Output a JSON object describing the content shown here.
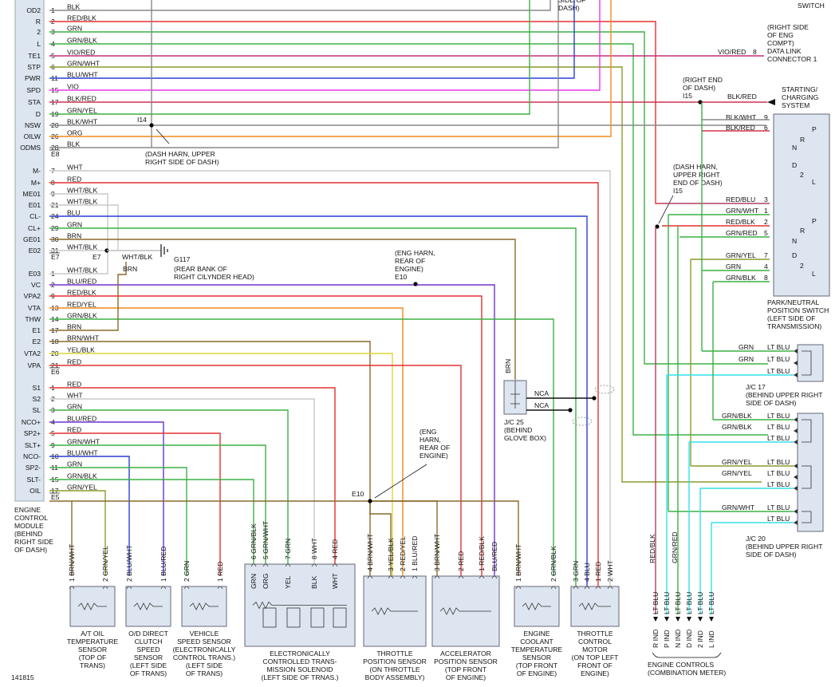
{
  "figure_id": "141815",
  "ecm": {
    "connectors": [
      "E8",
      "E7",
      "E6",
      "E5"
    ],
    "label_lines": [
      "ENGINE",
      "CONTROL",
      "MODULE",
      "(BEHIND",
      "RIGHT SIDE",
      "OF DASH)"
    ],
    "pins": [
      {
        "name": "OD2",
        "num": "1",
        "color": "BLK"
      },
      {
        "name": "R",
        "num": "2",
        "color": "RED/BLK"
      },
      {
        "name": "2",
        "num": "3",
        "color": "GRN"
      },
      {
        "name": "L",
        "num": "4",
        "color": "GRN/BLK"
      },
      {
        "name": "TE1",
        "num": "5",
        "color": "VIO/RED"
      },
      {
        "name": "STP",
        "num": "6",
        "color": "GRN/WHT"
      },
      {
        "name": "PWR",
        "num": "11",
        "color": "BLU/WHT"
      },
      {
        "name": "SPD",
        "num": "15",
        "color": "VIO"
      },
      {
        "name": "STA",
        "num": "17",
        "color": "BLK/RED"
      },
      {
        "name": "D",
        "num": "19",
        "color": "GRN/YEL"
      },
      {
        "name": "NSW",
        "num": "20",
        "color": "BLK/WHT"
      },
      {
        "name": "OILW",
        "num": "26",
        "color": "ORG"
      },
      {
        "name": "ODMS",
        "num": "28",
        "color": "BLK"
      },
      {
        "name": "M-",
        "num": "7",
        "color": "WHT"
      },
      {
        "name": "M+",
        "num": "8",
        "color": "RED"
      },
      {
        "name": "ME01",
        "num": "9",
        "color": "WHT/BLK"
      },
      {
        "name": "E01",
        "num": "21",
        "color": "WHT/BLK"
      },
      {
        "name": "CL-",
        "num": "24",
        "color": "BLU"
      },
      {
        "name": "CL+",
        "num": "29",
        "color": "GRN"
      },
      {
        "name": "GE01",
        "num": "30",
        "color": "BRN"
      },
      {
        "name": "E02",
        "num": "31",
        "color": "WHT/BLK"
      },
      {
        "name": "E03",
        "num": "1",
        "color": "WHT/BLK"
      },
      {
        "name": "VC",
        "num": "2",
        "color": "BLU/RED"
      },
      {
        "name": "VPA2",
        "num": "9",
        "color": "RED/BLK"
      },
      {
        "name": "VTA",
        "num": "13",
        "color": "RED/YEL"
      },
      {
        "name": "THW",
        "num": "14",
        "color": "GRN/BLK"
      },
      {
        "name": "E1",
        "num": "17",
        "color": "BRN"
      },
      {
        "name": "E2",
        "num": "18",
        "color": "BRN/WHT"
      },
      {
        "name": "VTA2",
        "num": "20",
        "color": "YEL/BLK"
      },
      {
        "name": "VPA",
        "num": "21",
        "color": "RED"
      },
      {
        "name": "S1",
        "num": "1",
        "color": "RED"
      },
      {
        "name": "S2",
        "num": "2",
        "color": "WHT"
      },
      {
        "name": "SL",
        "num": "3",
        "color": "GRN"
      },
      {
        "name": "NCO+",
        "num": "4",
        "color": "BLU/RED"
      },
      {
        "name": "SP2+",
        "num": "5",
        "color": "RED"
      },
      {
        "name": "SLT+",
        "num": "9",
        "color": "GRN/WHT"
      },
      {
        "name": "NCO-",
        "num": "10",
        "color": "BLU/WHT"
      },
      {
        "name": "SP2-",
        "num": "11",
        "color": "GRN"
      },
      {
        "name": "SLT-",
        "num": "15",
        "color": "GRN/BLK"
      },
      {
        "name": "OIL",
        "num": "17",
        "color": "GRN/YEL"
      }
    ]
  },
  "notes": {
    "top_side_of_dash": "SIDE OF\nDASH)",
    "top_switch": "SWITCH",
    "data_link": "(RIGHT SIDE\nOF ENG\nCOMPT)\nDATA LINK\nCONNECTOR 1",
    "data_link_wire": "VIO/RED",
    "data_link_pin": "8",
    "i15_top": "(RIGHT END\nOF DASH)\nI15",
    "i15_wire": "BLK/RED",
    "starting": "STARTING/\nCHARGING\nSYSTEM",
    "i14": "I14",
    "i14_note": "(DASH HARN, UPPER\nRIGHT SIDE OF DASH)",
    "i15_mid": "(DASH HARN,\nUPPER RIGHT\nEND OF DASH)\nI15",
    "e7_tag": "E7",
    "e7_wire": "WHT/BLK",
    "g117": "G117",
    "g117_note": "(REAR BANK OF\nRIGHT CILYNDER HEAD)",
    "brn": "BRN",
    "e10_top": "(ENG HARN,\nREAR OF\nENGINE)\nE10",
    "e10_low": "(ENG\nHARN,\nREAR OF\nENGINE)",
    "e10_tag": "E10",
    "jc25_brn": "BRN",
    "nca1": "NCA",
    "nca2": "NCA",
    "jc25": "J/C 25\n(BEHIND\nGLOVE BOX)",
    "jc17": "J/C 17\n(BEHIND UPPER RIGHT\nSIDE OF DASH)",
    "jc20": "J/C 20\n(BEHIND UPPER RIGHT\nSIDE OF DASH)",
    "pn_label": "PARK/NEUTRAL\nPOSITION SWITCH\n(LEFT SIDE OF\nTRANSMISSION)"
  },
  "pn_switch": {
    "upper_pins": [
      {
        "wire": "BLK/WHT",
        "num": "9"
      },
      {
        "wire": "BLK/RED",
        "num": "6"
      }
    ],
    "lower_pins": [
      {
        "wire": "RED/BLU",
        "num": "3"
      },
      {
        "wire": "GRN/WHT",
        "num": "1"
      },
      {
        "wire": "RED/BLK",
        "num": "2"
      },
      {
        "wire": "GRN/RED",
        "num": "5"
      },
      {
        "wire": "GRN/YEL",
        "num": "7"
      },
      {
        "wire": "GRN",
        "num": "4"
      },
      {
        "wire": "GRN/BLK",
        "num": "8"
      }
    ],
    "positions": [
      "P",
      "R",
      "N",
      "D",
      "2",
      "L"
    ]
  },
  "jc17_wires": [
    {
      "left": "GRN",
      "right": "LT BLU"
    },
    {
      "left": "GRN",
      "right": "LT BLU"
    },
    {
      "left": "",
      "right": "LT BLU"
    }
  ],
  "jc20_wires": [
    {
      "left": "GRN/BLK",
      "right": "LT BLU"
    },
    {
      "left": "GRN/BLK",
      "right": "LT BLU"
    },
    {
      "left": "",
      "right": "LT BLU"
    },
    {
      "left": "GRN/YEL",
      "right": "LT BLU"
    },
    {
      "left": "GRN/YEL",
      "right": "LT BLU"
    },
    {
      "left": "",
      "right": "LT BLU"
    },
    {
      "left": "GRN/WHT",
      "right": "LT BLU"
    },
    {
      "left": "",
      "right": "LT BLU"
    }
  ],
  "components": [
    {
      "id": "ato",
      "label": "A/T OIL\nTEMPERATURE\nSENSOR\n(TOP OF\nTRANS)",
      "pins": [
        {
          "n": "1",
          "w": "BRN/WHT"
        },
        {
          "n": "2",
          "w": "GRN/YEL"
        }
      ]
    },
    {
      "id": "odc",
      "label": "O/D DIRECT\nCLUTCH\nSPEED\nSENSOR\n(LEFT SIDE\nOF TRANS)",
      "pins": [
        {
          "n": "2",
          "w": "BLU/WHT"
        },
        {
          "n": "1",
          "w": "BLU/RED"
        }
      ]
    },
    {
      "id": "vss",
      "label": "VEHICLE\nSPEED SENSOR\n(ELECTRONICALLY\nCONTROL TRANS.)\n(LEFT SIDE\nOF TRANS)",
      "pins": [
        {
          "n": "2",
          "w": "GRN"
        },
        {
          "n": "1",
          "w": "RED"
        }
      ]
    },
    {
      "id": "ects",
      "label": "ELECTRONICALLY\nCONTROLLED TRANS-\nMISSION SOLENOID\n(LEFT SIDE OF TRNAS.)",
      "pins": [
        {
          "n": "6",
          "w": "GRN/BLK"
        },
        {
          "n": "5",
          "w": "GRN/WHT"
        },
        {
          "n": "7",
          "w": "GRN"
        },
        {
          "n": "8",
          "w": "WHT"
        },
        {
          "n": "4",
          "w": "RED"
        }
      ],
      "inner": [
        "GRN",
        "ORG",
        "YEL",
        "BLK",
        "WHT"
      ]
    },
    {
      "id": "tps",
      "label": "THROTTLE\nPOSITION SENSOR\n(ON THROTTLE\nBODY ASSEMBLY)",
      "pins": [
        {
          "n": "4",
          "w": "BRN/WHT"
        },
        {
          "n": "3",
          "w": "YEL/BLK"
        },
        {
          "n": "2",
          "w": "RED/YEL"
        },
        {
          "n": "1",
          "w": "BLU/RED"
        }
      ]
    },
    {
      "id": "aps",
      "label": "ACCELERATOR\nPOSITION SENSOR\n(TOP FRONT\nOF ENGINE)",
      "pins": [
        {
          "n": "3",
          "w": "BRN/WHT"
        },
        {
          "n": "2",
          "w": "RED"
        },
        {
          "n": "1",
          "w": "RED/BLK"
        },
        {
          "n": "",
          "w": "BLU/RED"
        }
      ]
    },
    {
      "id": "ect",
      "label": "ENGINE\nCOOLANT\nTEMPERATURE\nSENSOR\n(TOP FRONT\nOF ENGINE)",
      "pins": [
        {
          "n": "1",
          "w": "BRN/WHT"
        },
        {
          "n": "2",
          "w": "GRN/BLK"
        }
      ]
    },
    {
      "id": "tcm",
      "label": "THROTTLE\nCONTROL\nMOTOR\n(ON TOP LEFT\nFRONT OF\nENGINE)",
      "pins": [
        {
          "n": "3",
          "w": "GRN"
        },
        {
          "n": "4",
          "w": "BLU"
        },
        {
          "n": "1",
          "w": "RED"
        },
        {
          "n": "2",
          "w": "WHT"
        }
      ]
    }
  ],
  "meter": {
    "label": "ENGINE CONTROLS\n(COMBINATION METER)",
    "wires": [
      "RED/BLK",
      "GRN/RED"
    ],
    "ltblu": [
      "LT BLU",
      "LT BLU",
      "LT BLU",
      "LT BLU",
      "LT BLU",
      "LT BLU"
    ],
    "inds": [
      "R IND",
      "P IND",
      "N IND",
      "D IND",
      "2 IND",
      "L IND"
    ]
  }
}
